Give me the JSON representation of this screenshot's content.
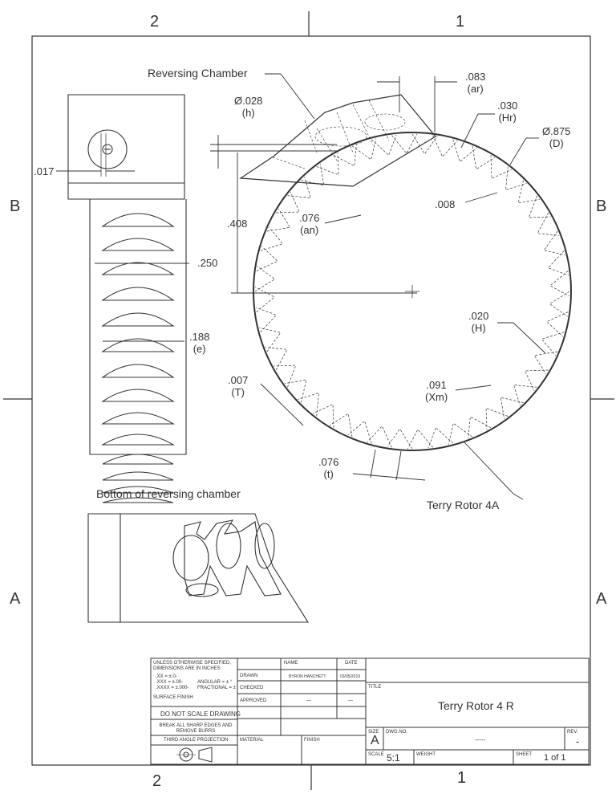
{
  "zones": {
    "top_left": "2",
    "top_right": "1",
    "bottom_left": "2",
    "bottom_right": "1",
    "left_upper": "B",
    "left_lower": "A",
    "right_upper": "B",
    "right_lower": "A"
  },
  "labels": {
    "reversing_chamber": "Reversing Chamber",
    "bottom_of_chamber": "Bottom of reversing chamber",
    "terry_rotor": "Terry Rotor 4A"
  },
  "dims": {
    "d017": ".017",
    "d250": ".250",
    "d188": ".188",
    "d188_sym": "(e)",
    "d028": "Ø.028",
    "d028_sym": "(h)",
    "d408": ".408",
    "d076an": ".076",
    "d076an_sym": "(an)",
    "d083": ".083",
    "d083_sym": "(ar)",
    "d030": ".030",
    "d030_sym": "(Hr)",
    "d875": "Ø.875",
    "d875_sym": "(D)",
    "d008": ".008",
    "d020": ".020",
    "d020_sym": "(H)",
    "d091": ".091",
    "d091_sym": "(Xm)",
    "d007": ".007",
    "d007_sym": "(T)",
    "d076t": ".076",
    "d076t_sym": "(t)"
  },
  "title_block": {
    "spec_line1": "UNLESS OTHERWISE SPECIFIED,",
    "spec_line2": "DIMENSIONS ARE IN INCHES",
    "tol_xx": ".XX = ±.0-",
    "tol_xxx": ".XXX = ±.00-",
    "tol_xxxx": ".XXXX = ±.000-",
    "angular": "ANGULAR = ± °",
    "fractional": "FRACTIONAL = ±",
    "surface_finish": "SURFACE FINISH",
    "do_not_scale": "DO NOT SCALE DRAWING",
    "break_edges1": "BREAK ALL SHARP EDGES AND",
    "break_edges2": "REMOVE BURRS",
    "projection": "THIRD ANGLE PROJECTION",
    "name_hdr": "NAME",
    "date_hdr": "DATE",
    "drawn": "DRAWN",
    "drawn_name": "BYRON HANCHETT",
    "drawn_date": "03/05/2019",
    "checked": "CHECKED",
    "approved": "APPROVED",
    "approved_name": "—",
    "approved_date": "—",
    "material": "MATERIAL",
    "finish": "FINISH",
    "title_hdr": "TITLE",
    "title": "Terry Rotor 4 R",
    "size_hdr": "SIZE",
    "size": "A",
    "dwgno_hdr": "DWG.NO.",
    "dwgno": "-----",
    "rev_hdr": "REV.",
    "rev": "-",
    "scale_hdr": "SCALE",
    "scale": "5:1",
    "weight_hdr": "WEIGHT",
    "sheet_hdr": "SHEET",
    "sheet": "1 of 1"
  }
}
